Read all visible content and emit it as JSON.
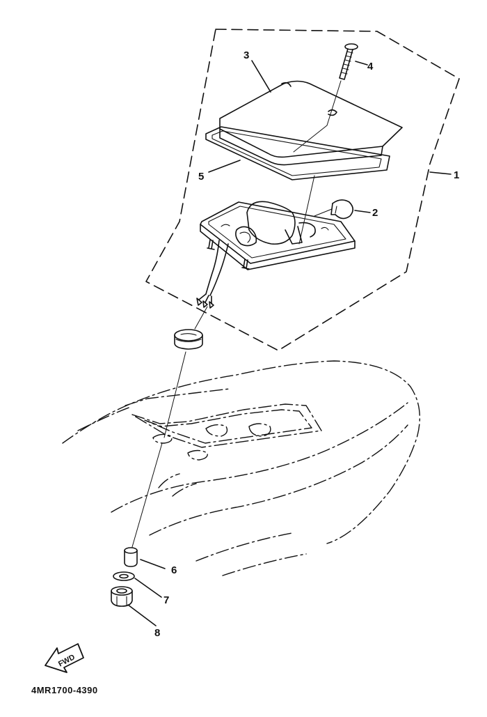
{
  "callouts": {
    "1": "1",
    "2": "2",
    "3": "3",
    "4": "4",
    "5": "5",
    "6": "6",
    "7": "7",
    "8": "8"
  },
  "fwd_label": "FWD",
  "diagram_code": "4MR1700-4390",
  "colors": {
    "ink": "#111111",
    "background": "#ffffff"
  }
}
